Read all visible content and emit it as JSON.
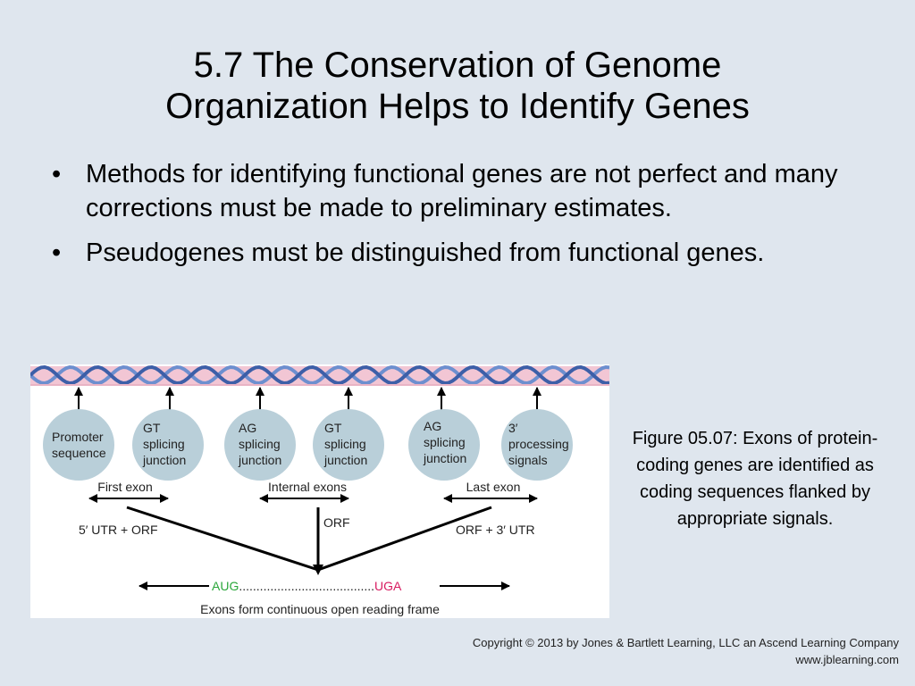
{
  "slide": {
    "title_line1": "5.7  The Conservation of Genome",
    "title_line2": "Organization Helps to Identify Genes",
    "bullet_symbol": "•",
    "bullets": [
      "Methods for identifying functional genes are not perfect and many corrections must be made to preliminary estimates.",
      "Pseudogenes must be distinguished from functional genes."
    ]
  },
  "figure": {
    "signals": [
      {
        "line1": "Promoter",
        "line2": "sequence",
        "line3": ""
      },
      {
        "line1": "GT",
        "line2": "splicing",
        "line3": "junction"
      },
      {
        "line1": "AG",
        "line2": "splicing",
        "line3": "junction"
      },
      {
        "line1": "GT",
        "line2": "splicing",
        "line3": "junction"
      },
      {
        "line1": "AG",
        "line2": "splicing",
        "line3": "junction"
      },
      {
        "line1": "3′",
        "line2": "processing",
        "line3": "signals"
      }
    ],
    "exon_labels": {
      "first": "First exon",
      "internal": "Internal exons",
      "last": "Last exon"
    },
    "segment_labels": {
      "left": "5′ UTR + ORF",
      "middle": "ORF",
      "right": "ORF + 3′ UTR"
    },
    "start_codon": "AUG",
    "dots": ".......................................",
    "stop_codon": "UGA",
    "bottom_label": "Exons form continuous open reading frame",
    "colors": {
      "circle_fill": "#b9cfd9",
      "dna_pink": "#f2c6d4",
      "dna_blue": "#6d8fcf",
      "start_codon": "#2aa63a",
      "stop_codon": "#d81b60"
    },
    "caption": "Figure 05.07: Exons of protein-coding genes are identified as coding sequences flanked by appropriate signals."
  },
  "footer": {
    "copyright": "Copyright © 2013 by Jones & Bartlett Learning, LLC an Ascend Learning Company",
    "website": "www.jblearning.com"
  }
}
